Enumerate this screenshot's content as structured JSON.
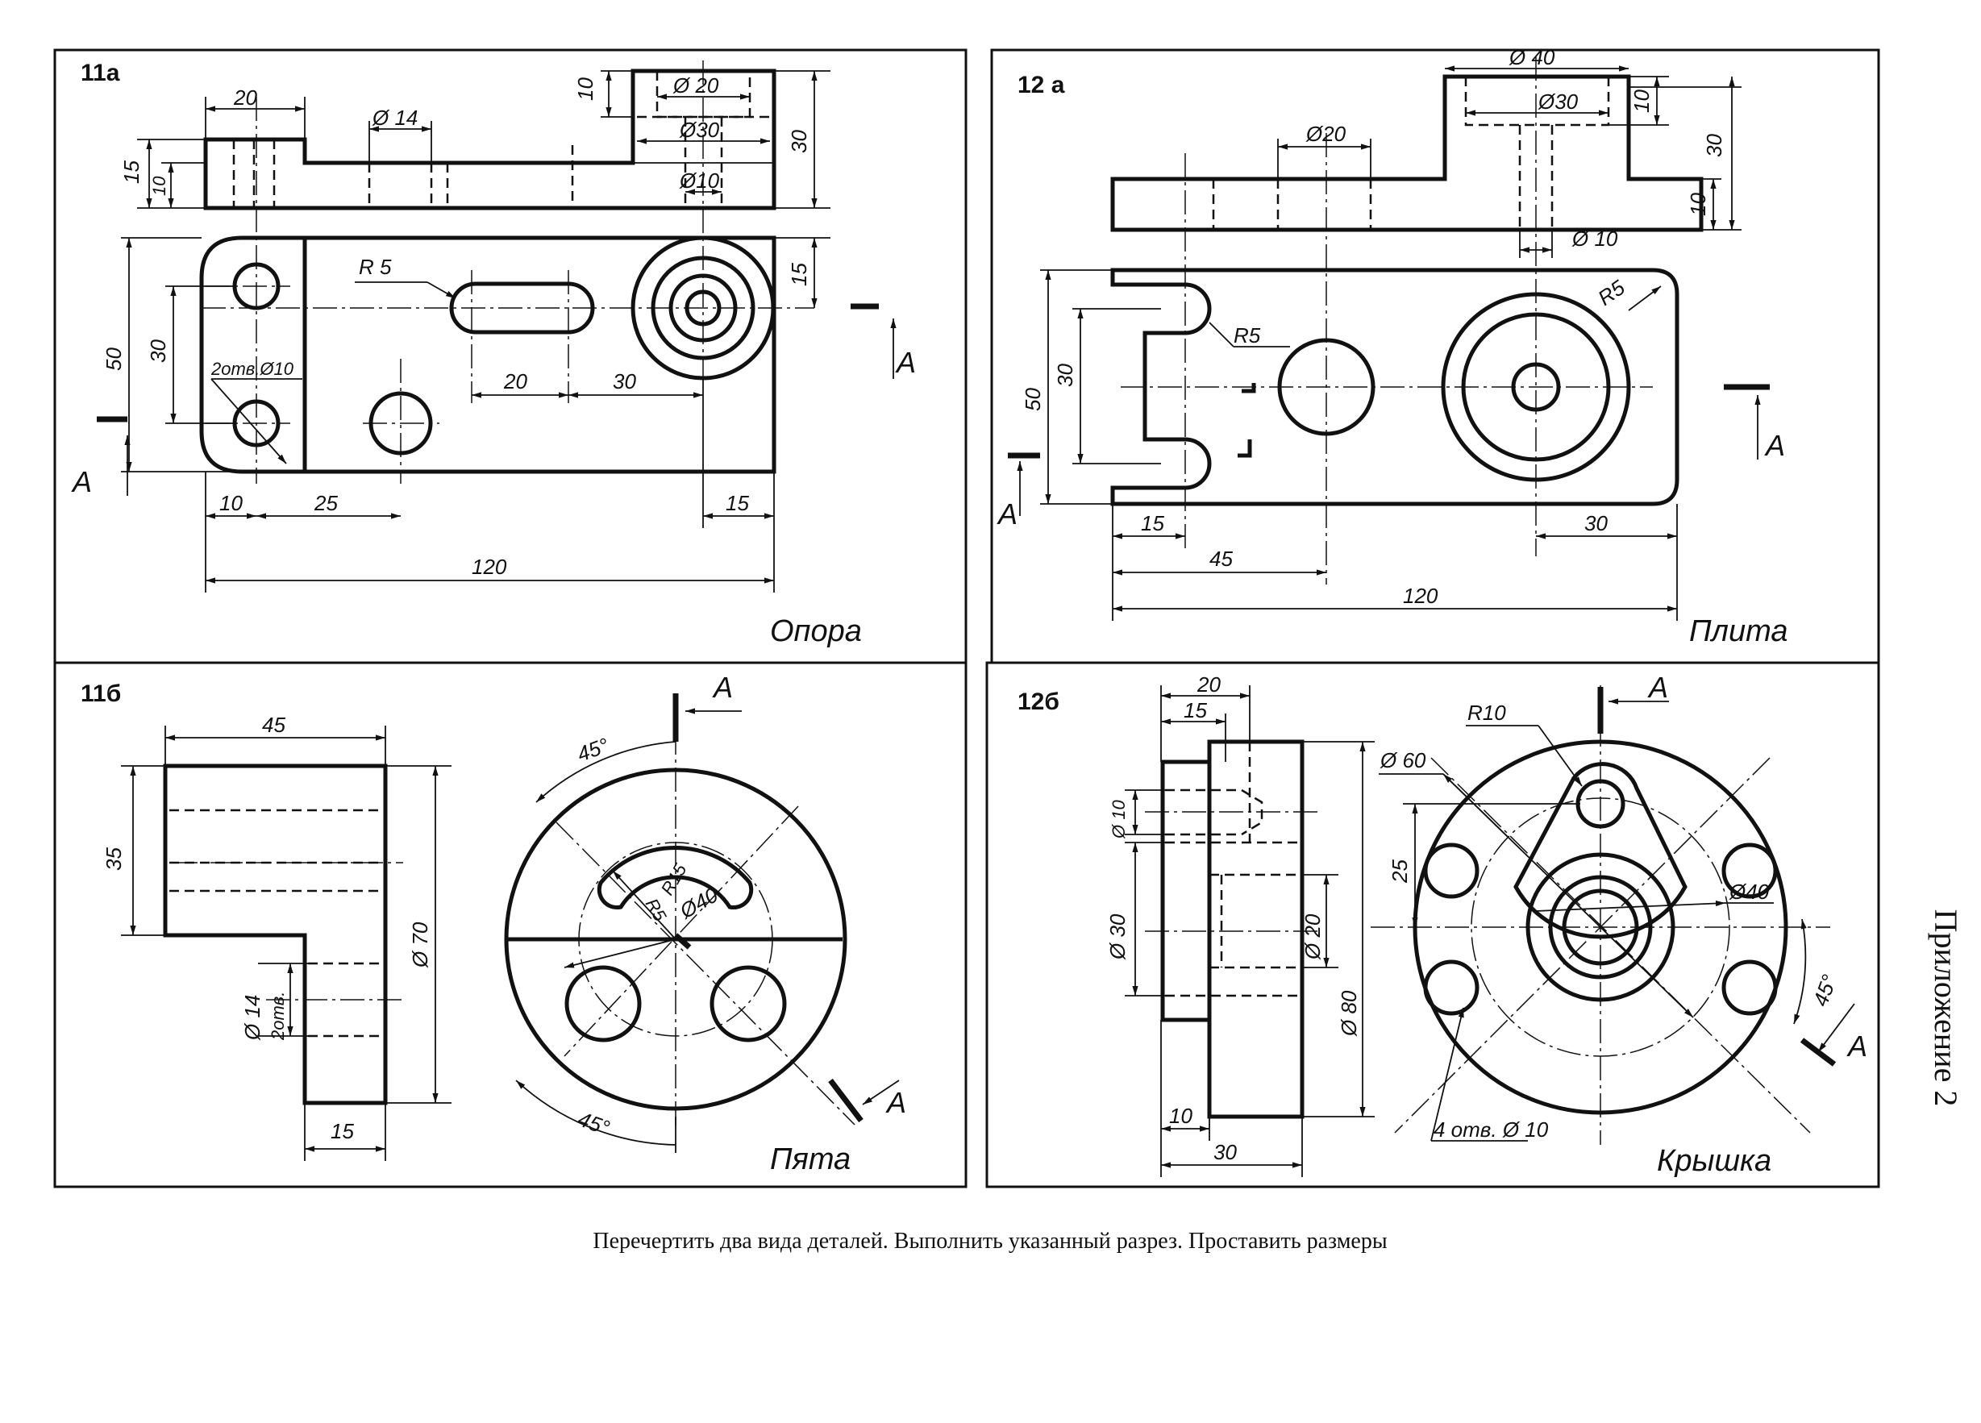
{
  "panels": {
    "p11a": {
      "tag": "11a",
      "title": "Опора",
      "section": "A",
      "dims": {
        "d20": "20",
        "d14": "Ø 14",
        "d10v": "10",
        "d20b": "Ø 20",
        "d30": "Ø30",
        "d10b": "Ø10",
        "d30v": "30",
        "d15v": "15",
        "d10s": "10",
        "r5": "R 5",
        "d15r": "15",
        "d50": "50",
        "d30l": "30",
        "holes": "2отв.Ø10",
        "d20m": "20",
        "d30m": "30",
        "d10": "10",
        "d25": "25",
        "d15": "15",
        "d120": "120"
      }
    },
    "p12a": {
      "tag": "12 a",
      "title": "Плита",
      "section": "A",
      "dims": {
        "d40": "Ø 40",
        "d30": "Ø30",
        "d20": "Ø20",
        "d10v": "10",
        "d30v": "30",
        "d10r": "10",
        "d10b": "Ø 10",
        "r5a": "R5",
        "r5b": "R5",
        "d50": "50",
        "d30l": "30",
        "d15": "15",
        "d30b": "30",
        "d45": "45",
        "d120": "120"
      }
    },
    "p11b": {
      "tag": "11б",
      "title": "Пята",
      "section": "A",
      "dims": {
        "d45": "45",
        "d35": "35",
        "d70": "Ø 70",
        "d14": "Ø 14",
        "holes": "2отв.",
        "d15": "15",
        "a45t": "45°",
        "a45b": "45°",
        "r5": "R5",
        "r15": "R15",
        "d40": "Ø40"
      }
    },
    "p12b": {
      "tag": "12б",
      "title": "Крышка",
      "section": "A",
      "dims": {
        "d20": "20",
        "d15": "15",
        "d10": "Ø 10",
        "d30": "Ø 30",
        "d20v": "Ø 20",
        "d80": "Ø 80",
        "d10b": "10",
        "d30b": "30",
        "r10": "R10",
        "d60": "Ø 60",
        "d25": "25",
        "d40": "Ø40",
        "a45": "45°",
        "holes": "4 отв. Ø 10"
      }
    }
  },
  "caption": "Перечертить два вида деталей. Выполнить указанный разрез. Проставить размеры",
  "side_label": "Приложение 2"
}
